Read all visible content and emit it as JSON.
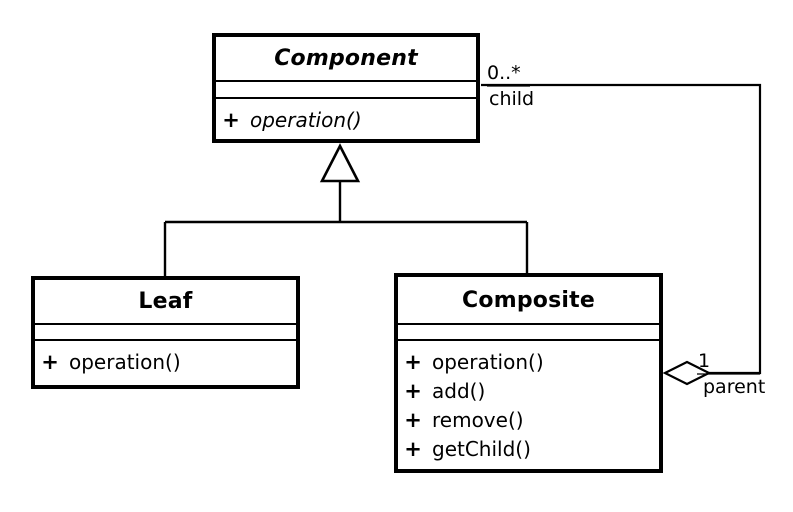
{
  "diagram": {
    "type": "uml-class-diagram",
    "pattern": "Composite",
    "background_color": "#ffffff",
    "line_color": "#000000",
    "text_color": "#000000"
  },
  "classes": [
    {
      "id": "component",
      "name": "Component",
      "abstract": true,
      "title_style": "bold-italic",
      "attributes": [],
      "operations": [
        {
          "visibility": "+",
          "name": "operation()",
          "abstract": true
        }
      ]
    },
    {
      "id": "leaf",
      "name": "Leaf",
      "abstract": false,
      "title_style": "bold",
      "attributes": [],
      "operations": [
        {
          "visibility": "+",
          "name": "operation()",
          "abstract": false
        }
      ]
    },
    {
      "id": "composite",
      "name": "Composite",
      "abstract": false,
      "title_style": "bold",
      "attributes": [],
      "operations": [
        {
          "visibility": "+",
          "name": "operation()",
          "abstract": false
        },
        {
          "visibility": "+",
          "name": "add()",
          "abstract": false
        },
        {
          "visibility": "+",
          "name": "remove()",
          "abstract": false
        },
        {
          "visibility": "+",
          "name": "getChild()",
          "abstract": false
        }
      ]
    }
  ],
  "relationships": [
    {
      "id": "leaf-generalization",
      "kind": "generalization",
      "from": "Leaf",
      "to": "Component",
      "arrow": "hollow-triangle"
    },
    {
      "id": "composite-generalization",
      "kind": "generalization",
      "from": "Composite",
      "to": "Component",
      "arrow": "hollow-triangle"
    },
    {
      "id": "composite-aggregation",
      "kind": "aggregation",
      "from": "Composite",
      "to": "Component",
      "arrow": "hollow-diamond",
      "source_multiplicity": "1",
      "source_role": "parent",
      "target_multiplicity": "0..*",
      "target_role": "child"
    }
  ],
  "labels": {
    "child_multiplicity": "0..*",
    "child_role": "child",
    "parent_multiplicity": "1",
    "parent_role": "parent"
  }
}
